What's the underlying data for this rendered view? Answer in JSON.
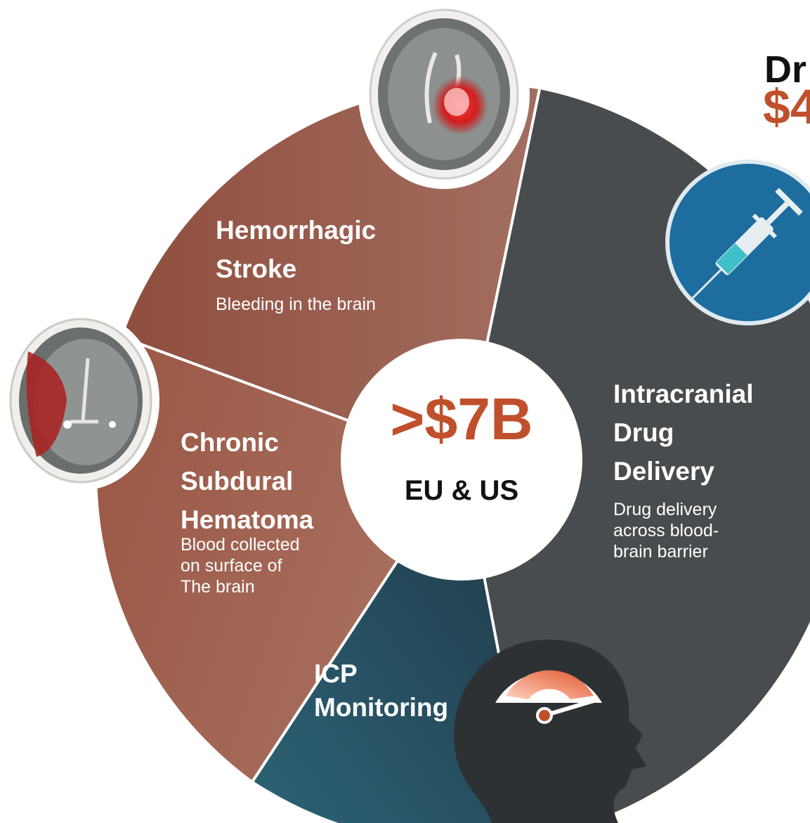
{
  "colors": {
    "stroke_segment": "#9e5847",
    "drug_segment": "#484c4e",
    "icp_segment": "#2b5566",
    "accent_orange": "#c0502b",
    "center_text": "#111111"
  },
  "center": {
    "value": ">$7B",
    "region": "EU & US"
  },
  "corner": {
    "title_line1": "Dr",
    "title_line2": "$4"
  },
  "segments": {
    "hemorrhagic": {
      "title_lines": [
        "Hemorrhagic",
        "Stroke"
      ],
      "desc_lines": [
        "Bleeding in the brain"
      ]
    },
    "subdural": {
      "title_lines": [
        "Chronic",
        "Subdural",
        "Hematoma"
      ],
      "desc_lines": [
        "Blood collected",
        "on surface of",
        "The brain"
      ]
    },
    "icp": {
      "title_lines": [
        "ICP",
        "Monitoring"
      ]
    },
    "drug": {
      "title_lines": [
        "Intracranial",
        "Drug",
        "Delivery"
      ],
      "desc_lines": [
        "Drug delivery",
        "across blood-",
        "brain barrier"
      ]
    }
  },
  "icons": {
    "ct_scan_top": "brain-ct-scan-icon",
    "ct_scan_left": "brain-ct-scan-icon",
    "syringe": "syringe-icon",
    "gauge_head": "pressure-gauge-head-icon"
  }
}
